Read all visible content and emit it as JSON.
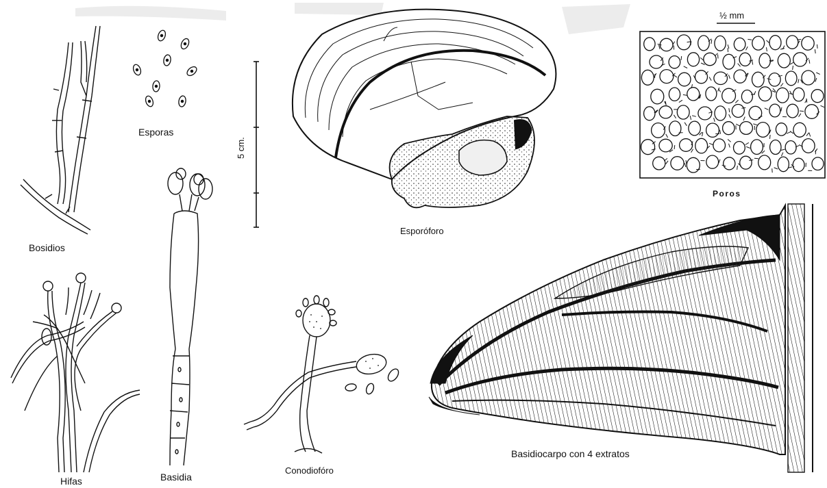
{
  "labels": {
    "bosidios": "Bosidios",
    "esporas": "Esporas",
    "hifas": "Hifas",
    "basidia": "Basidia",
    "scale_5cm": "5 cm.",
    "esporoforo": "Esporóforo",
    "conodioforo": "Conodiofóro",
    "half_mm": "½ mm",
    "poros": "Poros",
    "basidiocarpo": "Basidiocarpo  con  4  extratos"
  },
  "colors": {
    "ink": "#111111",
    "paper": "#ffffff",
    "shade": "#e9e9e9"
  }
}
